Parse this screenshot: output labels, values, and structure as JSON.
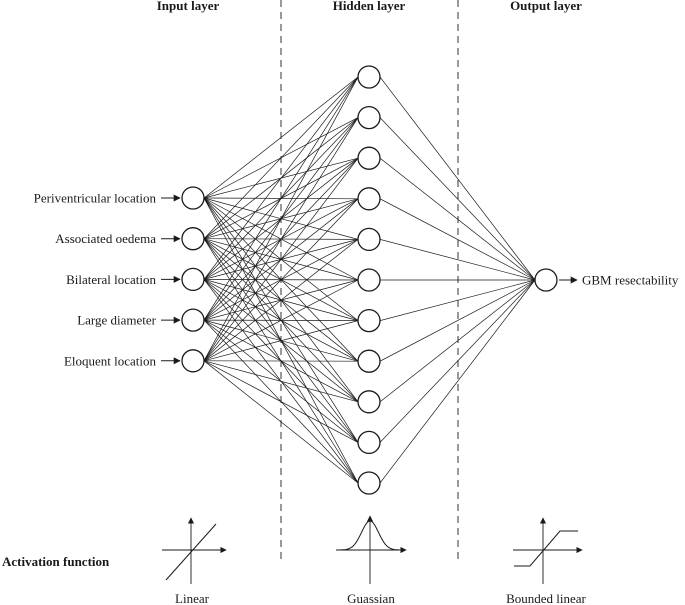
{
  "headers": {
    "input": "Input layer",
    "hidden": "Hidden layer",
    "output": "Output layer"
  },
  "inputs": [
    "Periventricular location",
    "Associated oedema",
    "Bilateral location",
    "Large diameter",
    "Eloquent location"
  ],
  "hidden_count": 11,
  "output": "GBM resectability",
  "activation": {
    "title": "Activation function",
    "input": "Linear",
    "hidden": "Guassian",
    "output": "Bounded linear"
  }
}
